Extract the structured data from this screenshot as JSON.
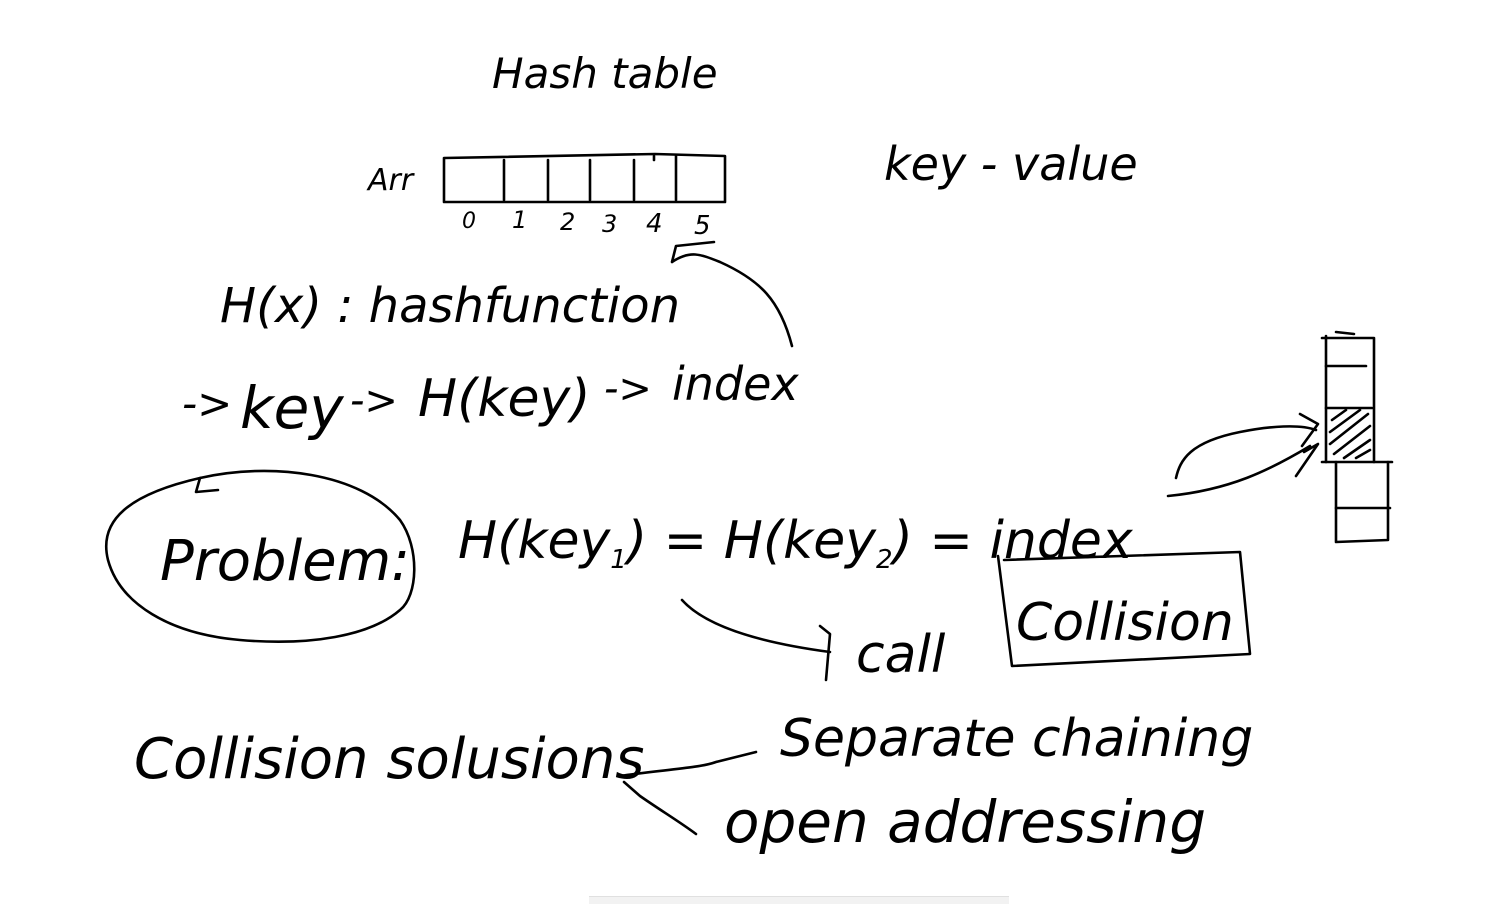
{
  "title": "Hash table",
  "array_label": "Arr",
  "indices": [
    "0",
    "1",
    "2",
    "3",
    "4",
    "5"
  ],
  "key_value": "key - value",
  "hash_function": "H(x) : hashfunction",
  "mapping": {
    "arrow_in": "->",
    "key": "key",
    "arrow_1": "->",
    "fn": "H(key)",
    "arrow_2": "->",
    "index": "index"
  },
  "problem_label": "Problem:",
  "collision_eq": {
    "lhs": "H(key",
    "sub1": "1",
    "mid": ") = H(key",
    "sub2": "2",
    "rhs": ") = index"
  },
  "call_label": "call",
  "collision_label": "Collision",
  "solutions_label": "Collision solusions",
  "solutions": [
    "Separate chaining",
    "open addressing"
  ]
}
